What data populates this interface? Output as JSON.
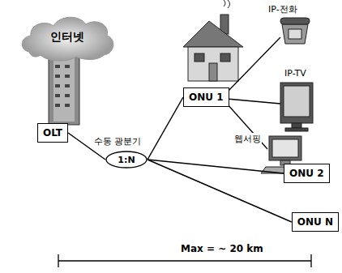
{
  "diagram": {
    "nodes": [
      {
        "text": [
          "인터넷"
        ]
      },
      {
        "text": [
          "OLT"
        ]
      },
      {
        "text": [
          "수동 광분기",
          "1:N"
        ]
      },
      {
        "text": [
          "ONU 1"
        ]
      },
      {
        "text": [
          "ONU 2"
        ]
      },
      {
        "text": [
          "ONU N"
        ]
      }
    ],
    "edges": [
      {
        "from": 1,
        "to": 2,
        "arrow": "none"
      },
      {
        "from": 2,
        "to": 3,
        "arrow": "none"
      },
      {
        "from": 2,
        "to": 4,
        "arrow": "none"
      },
      {
        "from": 2,
        "to": 5,
        "arrow": "none"
      }
    ],
    "labels": [
      "IP-전화",
      "IP-TV",
      "웹서핑",
      "Max = ~ 20 km"
    ]
  }
}
